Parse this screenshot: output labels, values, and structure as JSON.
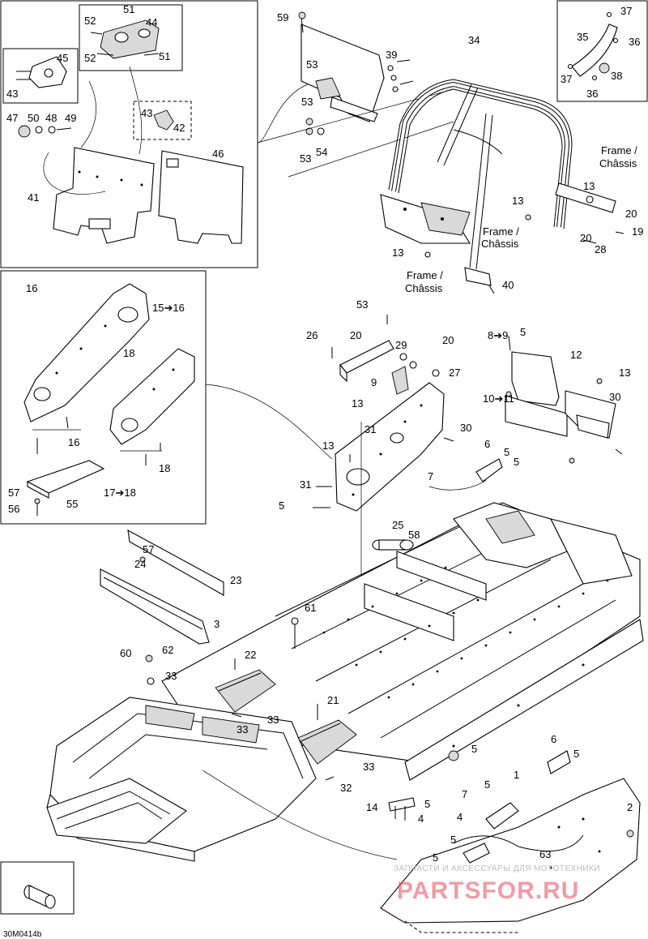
{
  "diagram": {
    "code": "30M0414b",
    "frame_label_line1": "Frame /",
    "frame_label_line2": "Châssis",
    "watermark_small": "ЗАПЧАСТИ И АКСЕССУАРЫ ДЛЯ МОТОТЕХНИКИ",
    "watermark_big": "PARTSFOR.RU",
    "callouts": [
      "51",
      "52",
      "44",
      "45",
      "52",
      "51",
      "43",
      "47",
      "50",
      "48",
      "49",
      "43",
      "42",
      "46",
      "41",
      "59",
      "53",
      "39",
      "34",
      "53",
      "54",
      "53",
      "37",
      "35",
      "36",
      "37",
      "38",
      "36",
      "13",
      "20",
      "19",
      "13",
      "20",
      "28",
      "13",
      "40",
      "16",
      "15➔16",
      "18",
      "16",
      "17➔18",
      "18",
      "57",
      "56",
      "55",
      "53",
      "26",
      "20",
      "29",
      "20",
      "27",
      "9",
      "8➔9",
      "5",
      "12",
      "13",
      "10➔11",
      "30",
      "13",
      "31",
      "30",
      "13",
      "7",
      "6",
      "5",
      "5",
      "31",
      "5",
      "25",
      "58",
      "57",
      "24",
      "23",
      "3",
      "61",
      "60",
      "62",
      "33",
      "22",
      "33",
      "33",
      "21",
      "33",
      "32",
      "5",
      "6",
      "5",
      "1",
      "5",
      "7",
      "2",
      "14",
      "5",
      "4",
      "4",
      "5",
      "5",
      "63"
    ]
  }
}
